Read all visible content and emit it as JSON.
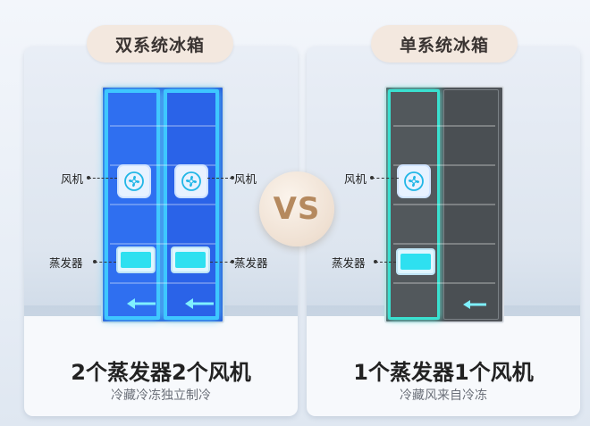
{
  "left": {
    "pill": "双系统冰箱",
    "fan_label_1": "风机",
    "fan_label_2": "风机",
    "evap_label_1": "蒸发器",
    "evap_label_2": "蒸发器",
    "title": "2个蒸发器2个风机",
    "subtitle": "冷藏冷冻独立制冷"
  },
  "right": {
    "pill": "单系统冰箱",
    "fan_label": "风机",
    "evap_label": "蒸发器",
    "title": "1个蒸发器1个风机",
    "subtitle": "冷藏风来自冷冻"
  },
  "vs": "VS",
  "colors": {
    "pill_bg": "#f3e8df",
    "blue_glow": "#3ec7ff",
    "cyan_glow": "#3ae0d0",
    "vs_text": "#b5895e"
  }
}
